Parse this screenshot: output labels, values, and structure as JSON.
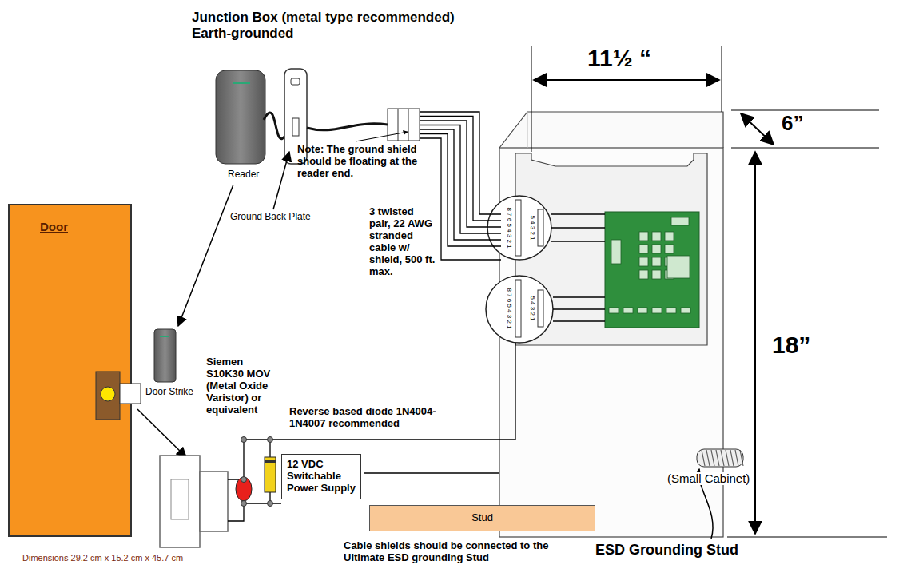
{
  "diagram": {
    "nodes": [
      {
        "text": [
          "Door"
        ]
      },
      {
        "text": [
          "12 VDC Switchable Power Supply"
        ]
      },
      {
        "text": [
          "Stud"
        ]
      }
    ],
    "labels": [
      "Junction Box (metal type recommended) Earth-grounded",
      "Reader",
      "Ground Back Plate",
      "Note: The ground shield should be floating at the reader end.",
      "3 twisted pair, 22 AWG stranded cable w/ shield, 500 ft. max.",
      "11½ “",
      "6”",
      "18”",
      "8 7 6 5 4 3 2 1",
      "5 4 3 2 1",
      "8 7 6 5 4 3 2 1",
      "5 4 3 2 1",
      "Door Strike",
      "Siemen S10K30 MOV (Metal Oxide Varistor) or equivalent",
      "Reverse based diode 1N4004-1N4007 recommended",
      "(Small Cabinet)",
      "ESD Grounding Stud",
      "Cable shields should be connected to the Ultimate ESD grounding Stud",
      "Dimensions 29.2 cm x 15.2 cm x 45.7 cm"
    ]
  }
}
